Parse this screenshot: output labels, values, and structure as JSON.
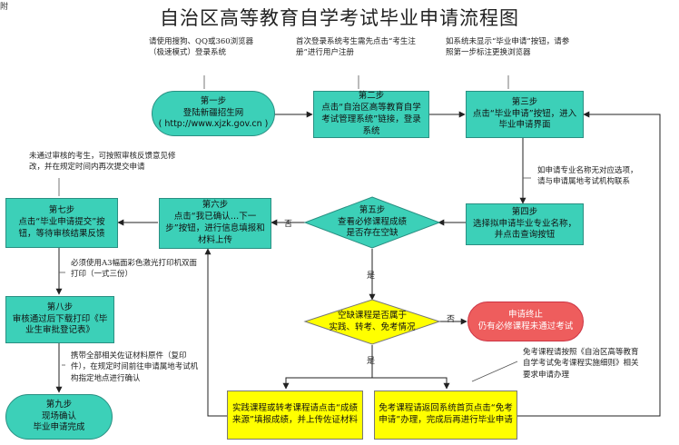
{
  "corner_mark": "附",
  "title": "自治区高等教育自学考试毕业申请流程图",
  "steps": {
    "s1": {
      "step": "第一步",
      "text": "登陆新疆招生网",
      "text2": "( http://www.xjzk.gov.cn )"
    },
    "s2": {
      "step": "第二步",
      "text": "点击“自治区高等教育自学考试管理系统”链接，登录系统"
    },
    "s3": {
      "step": "第三步",
      "text": "点击“毕业申请”按钮，进入毕业申请界面"
    },
    "s4": {
      "step": "第四步",
      "text": "选择拟申请毕业专业名称，并点击查询按钮"
    },
    "s5": {
      "step": "第五步",
      "text": "查看必修课程成绩",
      "text2": "是否存在空缺"
    },
    "s6": {
      "step": "第六步",
      "text": "点击“我已确认…下一步”按钮，进行信息填报和材料上传"
    },
    "s7": {
      "step": "第七步",
      "text": "点击“毕业申请提交”按钮，等待审核结果反馈"
    },
    "s8": {
      "step": "第八步",
      "text": "审核通过后下载打印《毕业生审批登记表》"
    },
    "s9": {
      "step": "第九步",
      "text": "现场确认",
      "text2": "毕业申请完成"
    }
  },
  "decision": {
    "text": "空缺课程是否属于",
    "text2": "实践、转考、免考情况"
  },
  "terminate": {
    "text": "申请终止",
    "text2": "仍有必修课程未通过考试"
  },
  "practice_box": "实践课程或转考课程请点击“成绩来源”填报成绩，并上传佐证材料",
  "exempt_box": "免考课程请返回系统首页点击“免考申请”办理，完成后再进行毕业申请",
  "notes": {
    "n1": "请使用搜狗、QQ或360浏览器（极速模式）登录系统",
    "n2": "首次登录系统考生需先点击“考生注册”进行用户注册",
    "n3": "如系统未显示“毕业申请”按钮，请参照第一步标注更换浏览器",
    "n4": "如申请专业名称无对应选项，请与申请属地考试机构联系",
    "n5": "未通过审核的考生，可按照审核反馈意见修改，并在规定时间内再次提交申请",
    "n6": "必须使用A3幅面彩色激光打印机双面打印（一式三份）",
    "n7": "携带全部相关佐证材料原件（复印件），在规定时间前往申请属地考试机构指定地点进行确认",
    "n8": "免考课程请按照《自治区高等教育自学考试免考课程实施细则》相关要求申请办理"
  },
  "labels": {
    "no1": "否",
    "no2": "否",
    "yes1": "是",
    "yes2": "是"
  }
}
